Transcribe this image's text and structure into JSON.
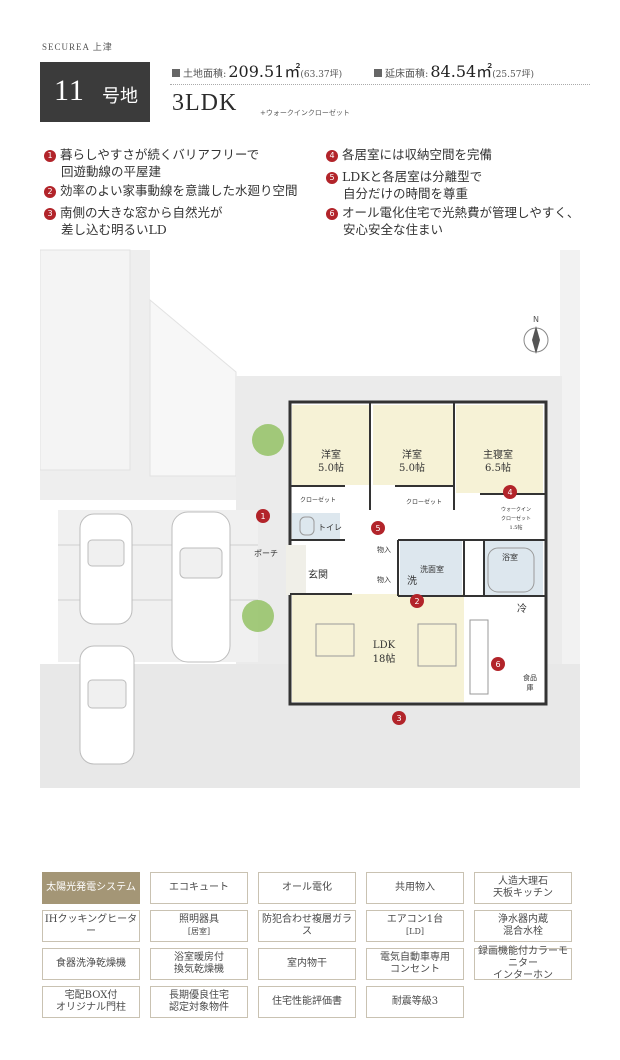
{
  "header": {
    "brand": "SECUREA 上津",
    "lot_number": "11",
    "lot_suffix": "号地",
    "land_area_label": "土地面積:",
    "land_area_value": "209.51㎡",
    "land_area_tsubo": "(63.37坪)",
    "floor_area_label": "延床面積:",
    "floor_area_value": "84.54㎡",
    "floor_area_tsubo": "(25.57坪)",
    "layout": "3LDK",
    "layout_sub": "+ウォークインクローゼット"
  },
  "features": [
    {
      "num": "1",
      "line1": "暮らしやすさが続くバリアフリーで",
      "line2": "回遊動線の平屋建"
    },
    {
      "num": "2",
      "line1": "効率のよい家事動線を意識した水廻り空間",
      "line2": ""
    },
    {
      "num": "3",
      "line1": "南側の大きな窓から自然光が",
      "line2": "差し込む明るいLD"
    },
    {
      "num": "4",
      "line1": "各居室には収納空間を完備",
      "line2": ""
    },
    {
      "num": "5",
      "line1": "LDKと各居室は分離型で",
      "line2": "自分だけの時間を尊重"
    },
    {
      "num": "6",
      "line1": "オール電化住宅で光熱費が管理しやすく、",
      "line2": "安心安全な住まい"
    }
  ],
  "plan": {
    "compass": "N",
    "rooms": {
      "youshitsu1": "洋室",
      "youshitsu1_size": "5.0帖",
      "youshitsu2": "洋室",
      "youshitsu2_size": "5.0帖",
      "master": "主寝室",
      "master_size": "6.5帖",
      "closet1": "クローゼット",
      "closet2": "クローゼット",
      "wic1": "ウォークイン",
      "wic2": "クローゼット",
      "wic3": "1.5帖",
      "toilet": "トイレ",
      "porch": "ポーチ",
      "entrance": "玄関",
      "storage1": "物入",
      "storage2": "物入",
      "washroom": "洗面室",
      "wash": "洗",
      "bath": "浴室",
      "fridge": "冷",
      "pantry1": "食品",
      "pantry2": "庫",
      "ldk": "LDK",
      "ldk_size": "18帖"
    },
    "markers": [
      "1",
      "2",
      "3",
      "4",
      "5",
      "6"
    ]
  },
  "tags": [
    {
      "label": "太陽光発電システム",
      "sub": "",
      "active": true
    },
    {
      "label": "エコキュート",
      "sub": "",
      "active": false
    },
    {
      "label": "オール電化",
      "sub": "",
      "active": false
    },
    {
      "label": "共用物入",
      "sub": "",
      "active": false
    },
    {
      "label": "人造大理石",
      "sub": "天板キッチン",
      "active": false
    },
    {
      "label": "IHクッキングヒーター",
      "sub": "",
      "active": false
    },
    {
      "label": "照明器具",
      "sub": "[居室]",
      "active": false
    },
    {
      "label": "防犯合わせ複層ガラス",
      "sub": "",
      "active": false
    },
    {
      "label": "エアコン1台",
      "sub": "[LD]",
      "active": false
    },
    {
      "label": "浄水器内蔵",
      "sub": "混合水栓",
      "active": false
    },
    {
      "label": "食器洗浄乾燥機",
      "sub": "",
      "active": false
    },
    {
      "label": "浴室暖房付",
      "sub": "換気乾燥機",
      "active": false
    },
    {
      "label": "室内物干",
      "sub": "",
      "active": false
    },
    {
      "label": "電気自動車専用",
      "sub": "コンセント",
      "active": false
    },
    {
      "label": "録画機能付カラーモニター",
      "sub": "インターホン",
      "active": false
    },
    {
      "label": "宅配BOX付",
      "sub": "オリジナル門柱",
      "active": false
    },
    {
      "label": "長期優良住宅",
      "sub": "認定対象物件",
      "active": false
    },
    {
      "label": "住宅性能評価書",
      "sub": "",
      "active": false
    },
    {
      "label": "耐震等級3",
      "sub": "",
      "active": false
    }
  ],
  "colors": {
    "accent": "#b2242a",
    "tag_active": "#a49676",
    "header_box": "#3b3b3b"
  }
}
